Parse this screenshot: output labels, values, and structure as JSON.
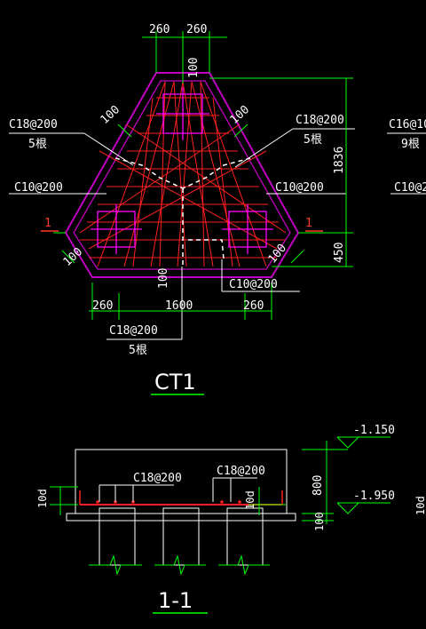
{
  "colors": {
    "background": "#000000",
    "outline": "#c000c0",
    "rebar": "#ff2020",
    "pile": "#ff00ff",
    "dimension": "#00ff00",
    "text": "#ffffff",
    "section_mark": "#ff3b1f"
  },
  "plan": {
    "title": "CT1",
    "dims": {
      "top_a": "260",
      "top_b": "260",
      "top_cover": "100",
      "left_cover_a": "100",
      "left_cover_b": "100",
      "right_cover_a": "100",
      "right_cover_b": "100",
      "bottom_cover": "100",
      "bottom_a": "260",
      "bottom_mid": "1600",
      "bottom_b": "260",
      "right_height": "1836",
      "right_low": "450"
    },
    "rebar_labels": {
      "left_top": "C18@200",
      "left_top_count": "5根",
      "left_mid": "C10@200",
      "right_top": "C18@200",
      "right_top_count": "5根",
      "right_mid": "C10@200",
      "center_low": "C10@200",
      "bottom": "C18@200",
      "bottom_count": "5根"
    },
    "section_marks": {
      "left": "1",
      "right": "1"
    },
    "edge_partial": {
      "label_a": "C16@10",
      "label_a_count": "9根",
      "label_b": "C10@2"
    }
  },
  "section": {
    "title": "1-1",
    "labels": {
      "left_bar": "C18@200",
      "right_bar": "C18@200"
    },
    "dims": {
      "left_cover": "10d",
      "right_cover": "10d",
      "height": "800",
      "base": "100"
    },
    "levels": {
      "top": "-1.150",
      "bottom": "-1.950"
    },
    "edge_partial": "10d"
  }
}
